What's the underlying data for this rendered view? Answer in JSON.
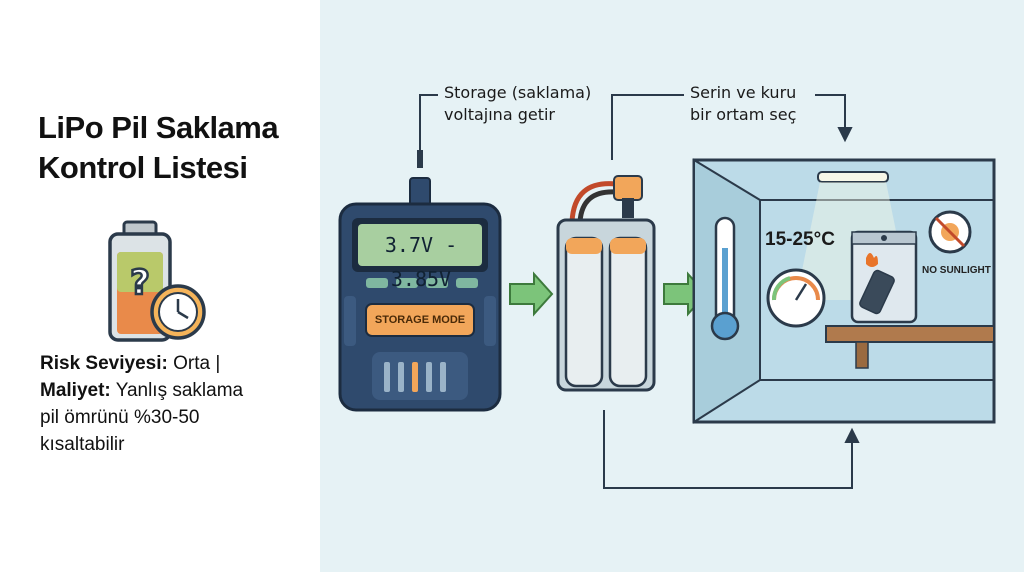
{
  "title": {
    "line1": "LiPo Pil Saklama",
    "line2": "Kontrol Listesi"
  },
  "risk": {
    "risk_label": "Risk Seviyesi:",
    "risk_value": "Orta |",
    "cost_label": "Maliyet:",
    "cost_line1": "Yanlış saklama",
    "cost_line2": "pil ömrünü %30-50",
    "cost_line3": "kısaltabilir"
  },
  "callouts": {
    "storage_line1": "Storage (saklama)",
    "storage_line2": "voltajına getir",
    "place_line1": "Serin ve kuru",
    "place_line2": "bir ortam seç"
  },
  "charger": {
    "display_value": "3.7V - 3.85V",
    "mode_button": "STORAGE MODE"
  },
  "environment": {
    "temperature_range": "15-25°C",
    "sun_sign": "NO SUNLIGHT"
  },
  "colors": {
    "charger_body": "#2f4a6d",
    "lcd": "#a8cfa0",
    "mode_button": "#f2a65a",
    "arrow": "#7cc47a",
    "cabinet": "#bcdbe8",
    "shelf": "#b07a4d"
  }
}
